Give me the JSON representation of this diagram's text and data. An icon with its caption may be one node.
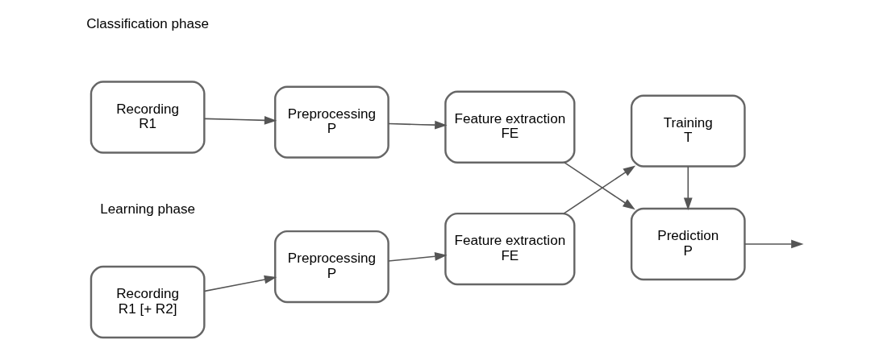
{
  "diagram": {
    "nodes": [
      {
        "text": [
          "Recording",
          "R1"
        ]
      },
      {
        "text": [
          "Preprocessing",
          "P"
        ]
      },
      {
        "text": [
          "Feature extraction",
          "FE"
        ]
      },
      {
        "text": [
          "Prediction",
          "P"
        ]
      },
      {
        "text": [
          "Recording",
          "R1 [+ R2]"
        ]
      },
      {
        "text": [
          "Preprocessing",
          "P"
        ]
      },
      {
        "text": [
          "Feature extraction",
          "FE"
        ]
      },
      {
        "text": [
          "Training",
          "T"
        ]
      }
    ],
    "edges": [
      {
        "from": 0,
        "to": 1,
        "arrow": "to"
      },
      {
        "from": 1,
        "to": 2,
        "arrow": "to"
      },
      {
        "from": 2,
        "to": 3,
        "arrow": "to"
      },
      {
        "from": 3,
        "to": null,
        "arrow": "to"
      },
      {
        "from": 4,
        "to": 5,
        "arrow": "to"
      },
      {
        "from": 5,
        "to": 6,
        "arrow": "to"
      },
      {
        "from": 6,
        "to": 7,
        "arrow": "to"
      },
      {
        "from": 7,
        "to": 3,
        "arrow": "to"
      }
    ],
    "labels": [
      "Classification phase",
      "Learning phase"
    ]
  }
}
